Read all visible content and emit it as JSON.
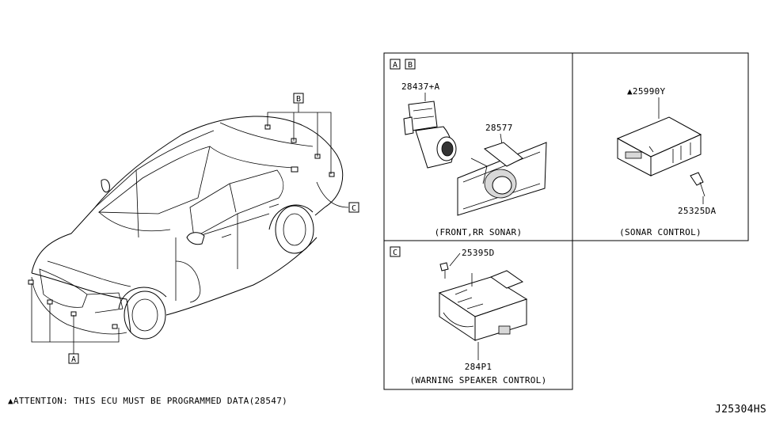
{
  "callouts": {
    "car_a": "A",
    "car_b": "B",
    "car_c": "C",
    "panel1_a": "A",
    "panel1_b": "B",
    "panel3_c": "C"
  },
  "parts": {
    "sensor": "28437+A",
    "bracket": "28577",
    "control_unit": "▲25990Y",
    "bolt_1": "25325DA",
    "bolt_2": "25395D",
    "speaker_control": "284P1"
  },
  "captions": {
    "front_rr_sonar": "(FRONT,RR SONAR)",
    "sonar_control": "(SONAR CONTROL)",
    "warning_speaker": "(WARNING SPEAKER CONTROL)"
  },
  "footer": {
    "attention": "▲ATTENTION: THIS ECU MUST BE PROGRAMMED DATA(28547)",
    "diagram_code": "J25304HS"
  }
}
